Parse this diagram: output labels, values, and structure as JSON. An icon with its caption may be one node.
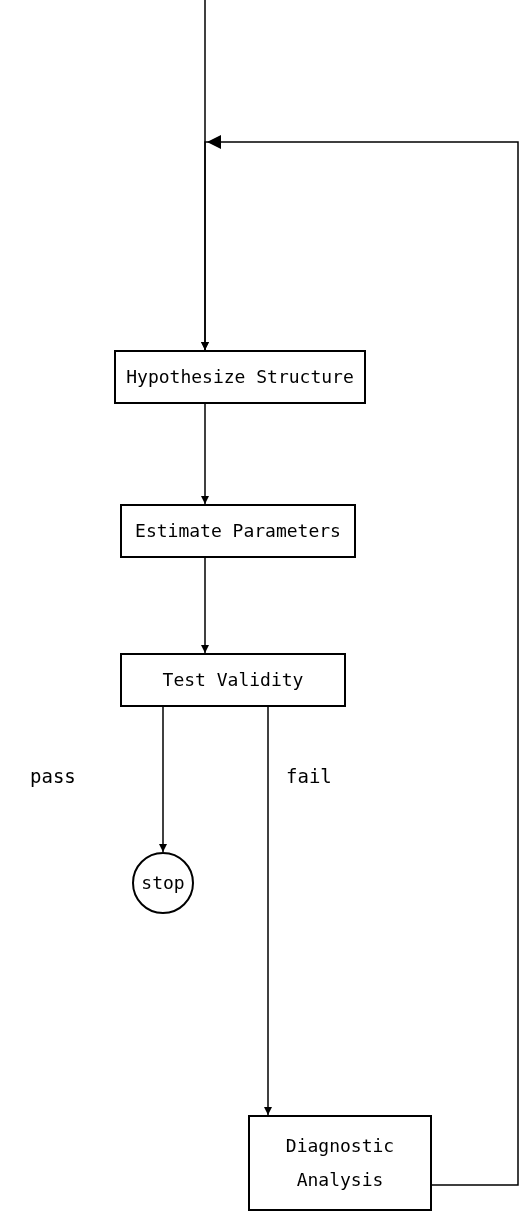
{
  "diagram": {
    "nodes": [
      {
        "text": [
          "Hypothesize Structure"
        ]
      },
      {
        "text": [
          "Estimate Parameters"
        ]
      },
      {
        "text": [
          "Test Validity"
        ]
      },
      {
        "text": [
          "stop"
        ]
      },
      {
        "text": [
          "Diagnostic Analysis"
        ]
      }
    ],
    "edges": [
      {
        "from": null,
        "to": 0,
        "arrow": "to"
      },
      {
        "from": 0,
        "to": 1,
        "arrow": "to"
      },
      {
        "from": 1,
        "to": 2,
        "arrow": "to"
      },
      {
        "from": 2,
        "to": 3,
        "arrow": "to",
        "label": "pass"
      },
      {
        "from": 2,
        "to": 4,
        "arrow": "to",
        "label": "fail"
      },
      {
        "from": 4,
        "to": 0,
        "arrow": "to"
      }
    ]
  }
}
